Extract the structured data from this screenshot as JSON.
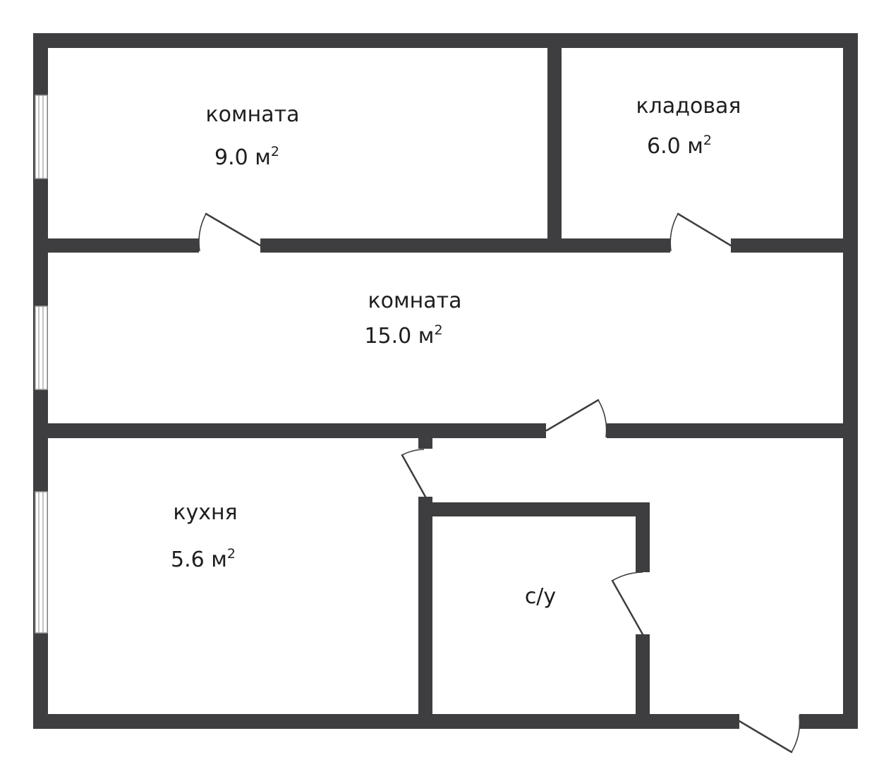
{
  "plan": {
    "wall_color": "#3e3e40",
    "background": "#ffffff",
    "area_unit": "м",
    "area_unit_power": "2",
    "rooms": [
      {
        "id": "room-1",
        "name": "комната",
        "area": "9.0"
      },
      {
        "id": "storage",
        "name": "кладовая",
        "area": "6.0"
      },
      {
        "id": "room-2",
        "name": "комната",
        "area": "15.0"
      },
      {
        "id": "kitchen",
        "name": "кухня",
        "area": "5.6"
      },
      {
        "id": "bathroom",
        "name": "с/у",
        "area": ""
      }
    ]
  }
}
